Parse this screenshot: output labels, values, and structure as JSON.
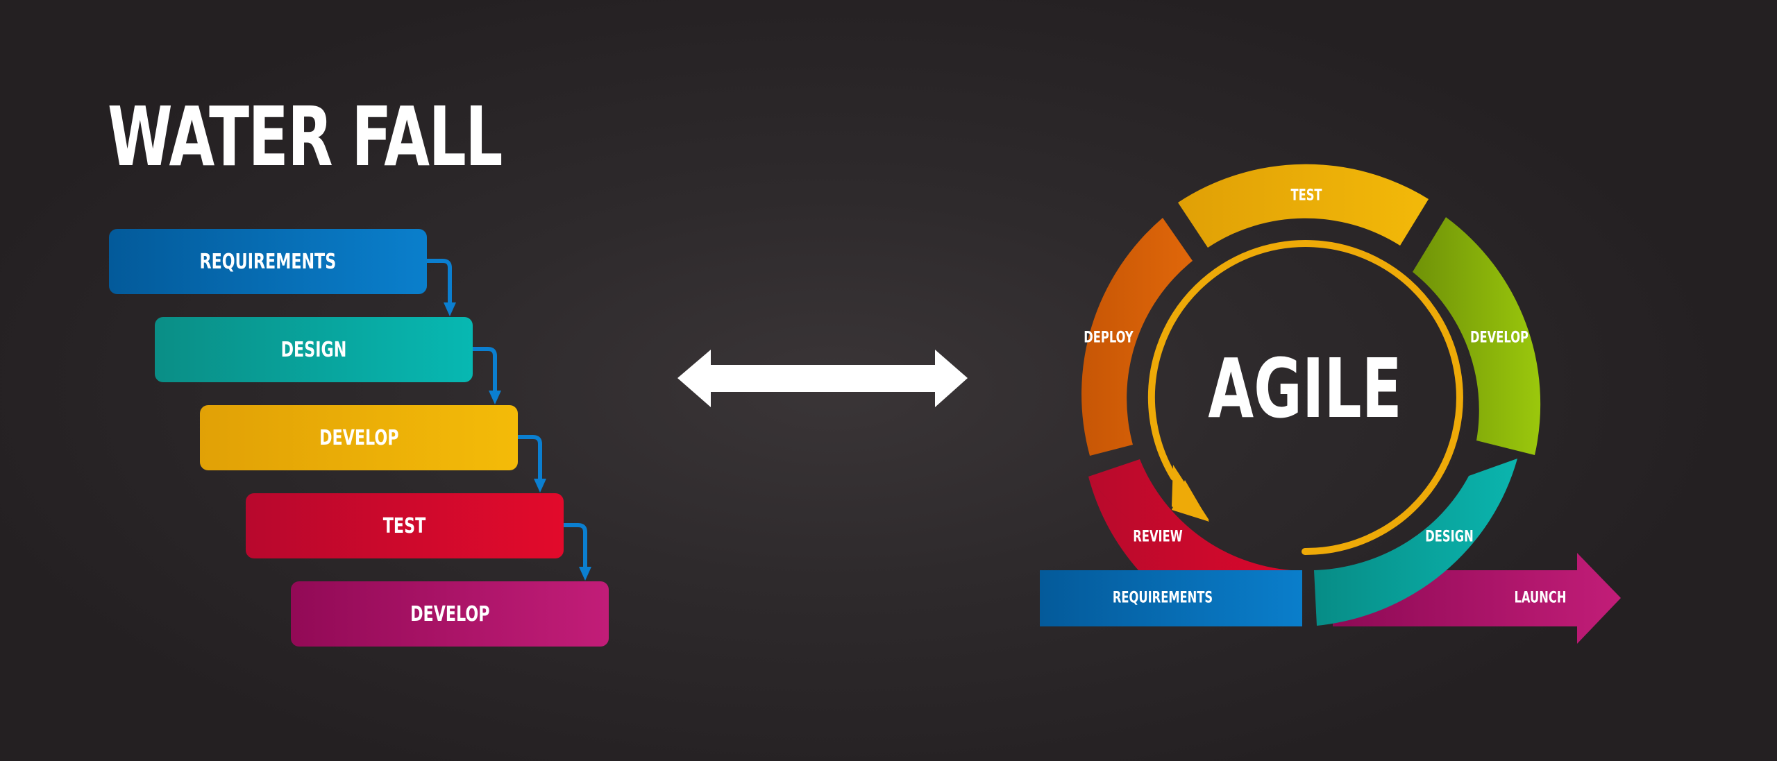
{
  "waterfall": {
    "title": "WATER FALL",
    "steps": [
      {
        "label": "REQUIREMENTS",
        "color_from": "#035a9a",
        "color_to": "#0a7fcc"
      },
      {
        "label": "DESIGN",
        "color_from": "#0a8e86",
        "color_to": "#07b8b2"
      },
      {
        "label": "DEVELOP",
        "color_from": "#e1a106",
        "color_to": "#f4bb08"
      },
      {
        "label": "TEST",
        "color_from": "#b8082d",
        "color_to": "#e20a2b"
      },
      {
        "label": "DEVELOP",
        "color_from": "#920a56",
        "color_to": "#c21d78"
      }
    ],
    "connector_color": "#0b7fd0"
  },
  "comparison_arrow": {
    "icon": "double-headed-arrow-icon",
    "color": "#ffffff"
  },
  "agile": {
    "title": "AGILE",
    "segments": [
      {
        "label": "TEST",
        "color_from": "#e0a006",
        "color_to": "#f3b909"
      },
      {
        "label": "DEVELOP",
        "color_from": "#6f9208",
        "color_to": "#9bc80c"
      },
      {
        "label": "DESIGN",
        "color_from": "#078c86",
        "color_to": "#0bb5ae"
      },
      {
        "label": "REVIEW",
        "color_from": "#b80a2c",
        "color_to": "#d9082c"
      },
      {
        "label": "DEPLOY",
        "color_from": "#c75605",
        "color_to": "#e0670a"
      }
    ],
    "cycle_arrow_color": "#eeaa08",
    "requirements_bar": {
      "label": "REQUIREMENTS",
      "color_from": "#045a9a",
      "color_to": "#0a7ecb"
    },
    "launch_arrow": {
      "label": "LAUNCH",
      "color_from": "#8e0a55",
      "color_to": "#c21d78"
    }
  }
}
